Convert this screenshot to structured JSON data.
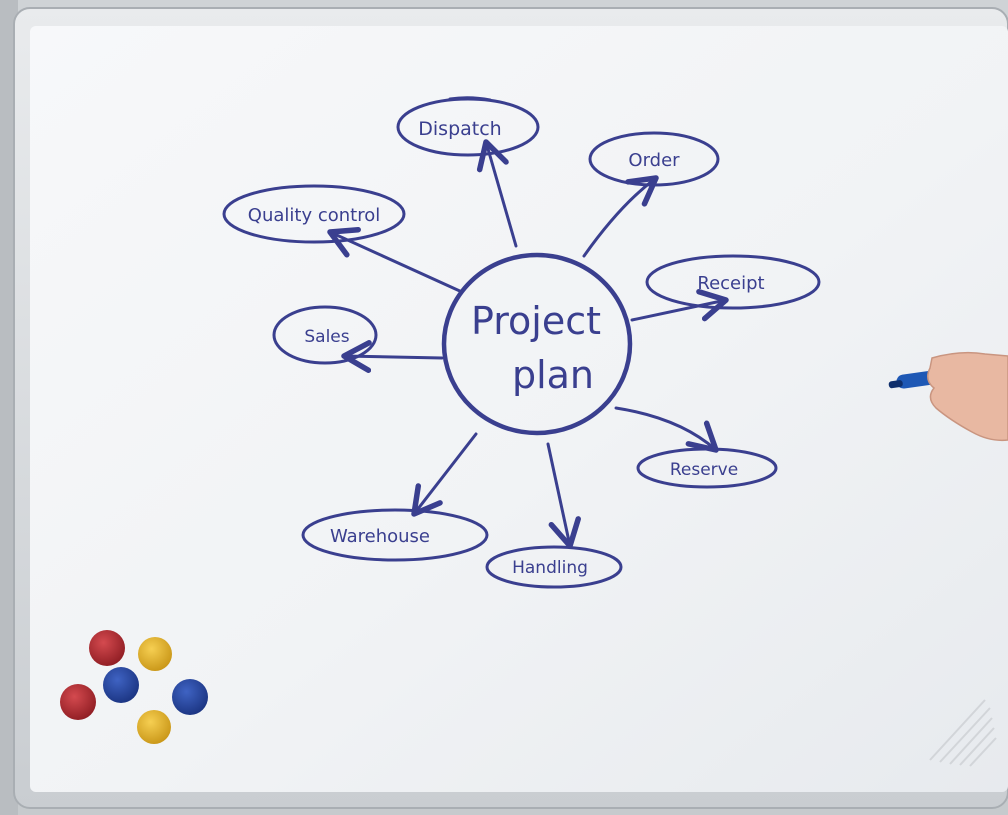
{
  "whiteboard": {
    "center": {
      "line1": "Project",
      "line2": "plan"
    },
    "nodes": [
      {
        "id": "dispatch",
        "label": "Dispatch"
      },
      {
        "id": "order",
        "label": "Order"
      },
      {
        "id": "quality",
        "label": "Quality control"
      },
      {
        "id": "receipt",
        "label": "Receipt"
      },
      {
        "id": "sales",
        "label": "Sales"
      },
      {
        "id": "reserve",
        "label": "Reserve"
      },
      {
        "id": "warehouse",
        "label": "Warehouse"
      },
      {
        "id": "handling",
        "label": "Handling"
      }
    ],
    "ink_color": "#3a3f8f"
  },
  "magnets": {
    "colors": [
      "#b8262c",
      "#e8b52c",
      "#2447a6"
    ]
  }
}
